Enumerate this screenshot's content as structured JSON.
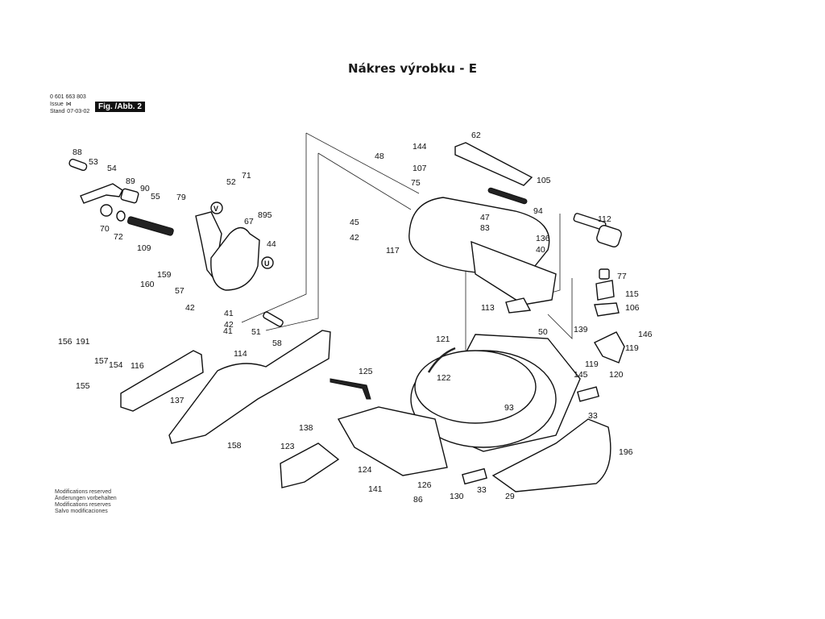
{
  "title": "Nákres výrobku - E",
  "header": {
    "part_number": "0 601 663 803",
    "issue_label": "Issue",
    "stand_label": "Stand",
    "date": "07-03-02",
    "figure_label": "Fig. /Abb. 2"
  },
  "footer_notes": [
    "Modifications reserved",
    "Änderungen vorbehalten",
    "Modifications reserves",
    "Salvo modificaciones"
  ],
  "callouts": {
    "V": "V",
    "U": "U"
  },
  "part_labels": [
    "88",
    "53",
    "54",
    "89",
    "90",
    "55",
    "79",
    "52",
    "71",
    "895",
    "67",
    "70",
    "72",
    "109",
    "44",
    "160",
    "159",
    "57",
    "42",
    "41",
    "41",
    "42",
    "51",
    "58",
    "48",
    "144",
    "62",
    "107",
    "105",
    "75",
    "94",
    "45",
    "47",
    "42",
    "83",
    "117",
    "136",
    "40",
    "112",
    "77",
    "115",
    "113",
    "106",
    "139",
    "146",
    "119",
    "145",
    "119",
    "120",
    "50",
    "156",
    "191",
    "157",
    "154",
    "155",
    "116",
    "114",
    "137",
    "158",
    "121",
    "125",
    "122",
    "93",
    "33",
    "138",
    "123",
    "124",
    "126",
    "141",
    "86",
    "130",
    "33",
    "29",
    "196"
  ]
}
